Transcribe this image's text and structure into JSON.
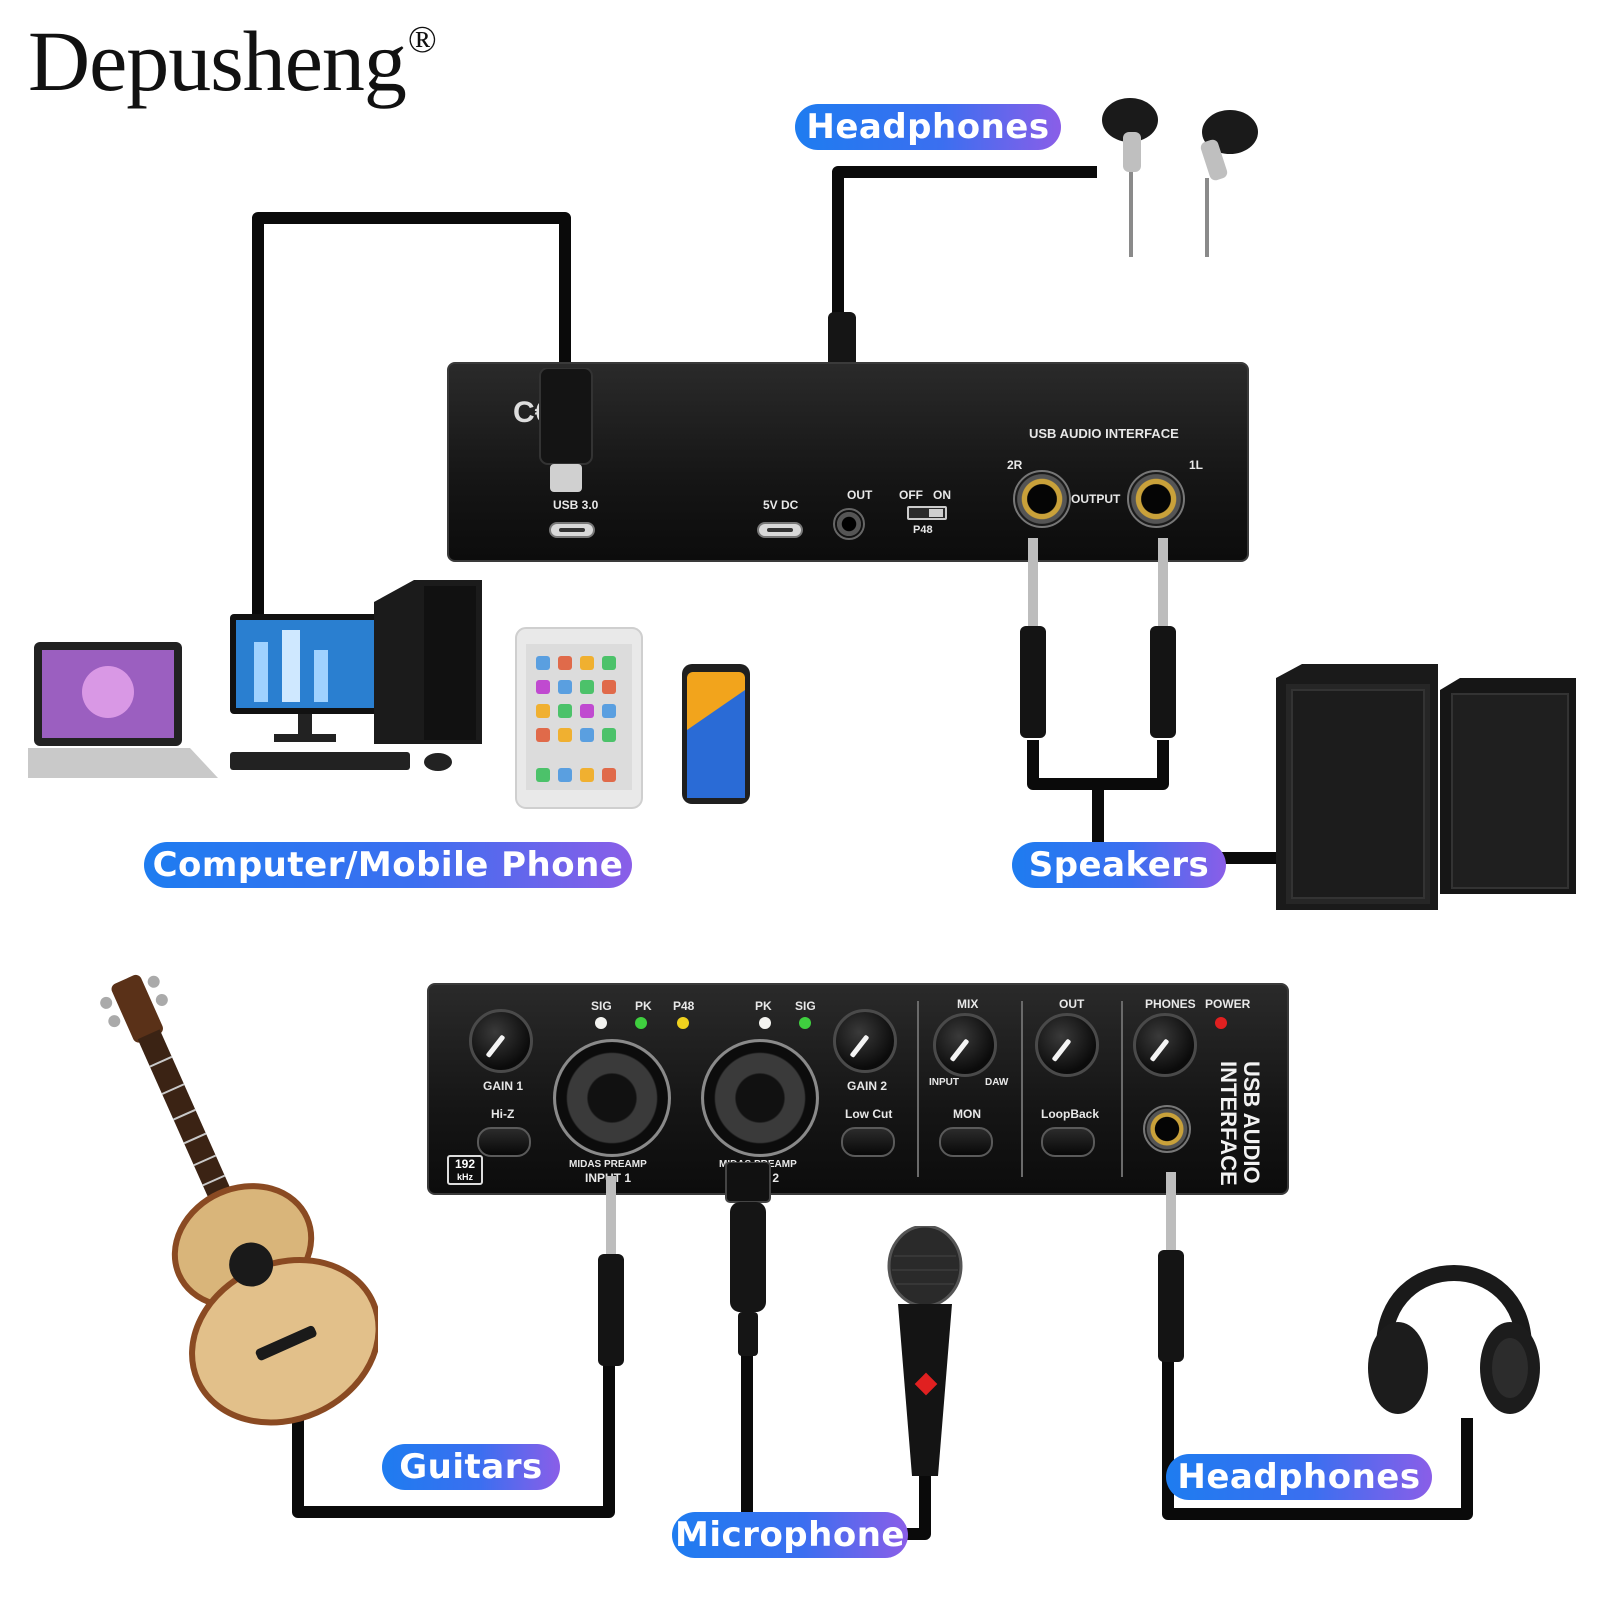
{
  "brand": {
    "name": "Depusheng",
    "mark": "®"
  },
  "labels": {
    "headphones_top": "Headphones",
    "computer": "Computer/Mobile Phone",
    "speakers": "Speakers",
    "guitars": "Guitars",
    "microphone": "Microphone",
    "headphones_bottom": "Headphones"
  },
  "rear_panel": {
    "title": "USB AUDIO INTERFACE",
    "usb_label": "USB 3.0",
    "dc_label": "5V DC",
    "out_label": "OUT",
    "p48_off": "OFF",
    "p48_on": "ON",
    "p48_label": "P48",
    "out_r": "2R",
    "out_l": "1L",
    "output_label": "OUTPUT"
  },
  "front_panel": {
    "gain1": "GAIN 1",
    "gain2": "GAIN 2",
    "hiz": "Hi-Z",
    "sig1": "SIG",
    "pk1": "PK",
    "p48": "P48",
    "pk2": "PK",
    "sig2": "SIG",
    "input1": "INPUT 1",
    "input2": "INPUT 2",
    "preamp1": "MIDAS PREAMP",
    "preamp2": "MIDAS PREAMP",
    "low_cut": "Low Cut",
    "mix": "MIX",
    "mix_input": "INPUT",
    "mix_daw": "DAW",
    "mon": "MON",
    "out": "OUT",
    "loopback": "LoopBack",
    "phones": "PHONES",
    "power": "POWER",
    "badge_top": "192",
    "badge_bottom": "kHz",
    "title": "USB AUDIO INTERFACE"
  },
  "colors": {
    "pill_start": "#1e7cf0",
    "pill_end": "#8a5ee8",
    "led_green": "#3fcf3f",
    "led_yellow": "#f0d21e",
    "led_red": "#e02020"
  }
}
